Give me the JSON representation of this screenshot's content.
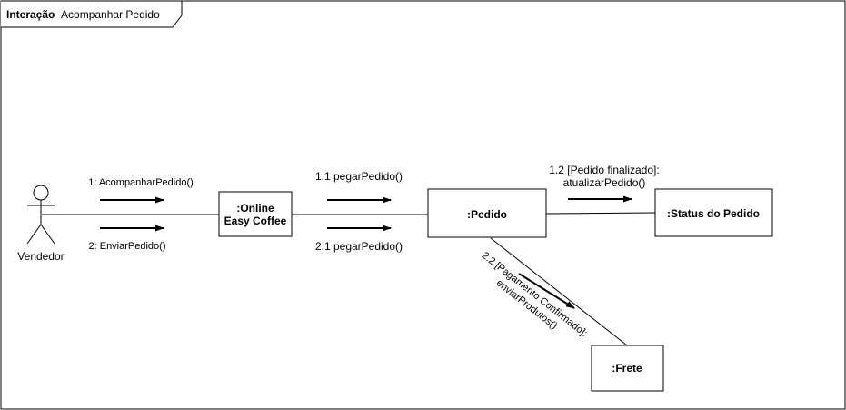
{
  "frame": {
    "keyword": "Interação",
    "name": "Acompanhar Pedido"
  },
  "actor": {
    "name": "Vendedor"
  },
  "objects": {
    "online": {
      "line1": ":Online",
      "line2": "Easy Coffee"
    },
    "pedido": {
      "label": ":Pedido"
    },
    "status": {
      "label": ":Status do Pedido"
    },
    "frete": {
      "label": ":Frete"
    }
  },
  "messages": {
    "m1": "1: AcompanharPedido()",
    "m2": "2: EnviarPedido()",
    "m11": "1.1 pegarPedido()",
    "m21": "2.1 pegarPedido()",
    "m12_line1": "1.2 [Pedido finalizado]:",
    "m12_line2": "atualizarPedido()",
    "m22_line1": "2.2 [Pagamento Confirmado]:",
    "m22_line2": "enviarProdutos()"
  }
}
